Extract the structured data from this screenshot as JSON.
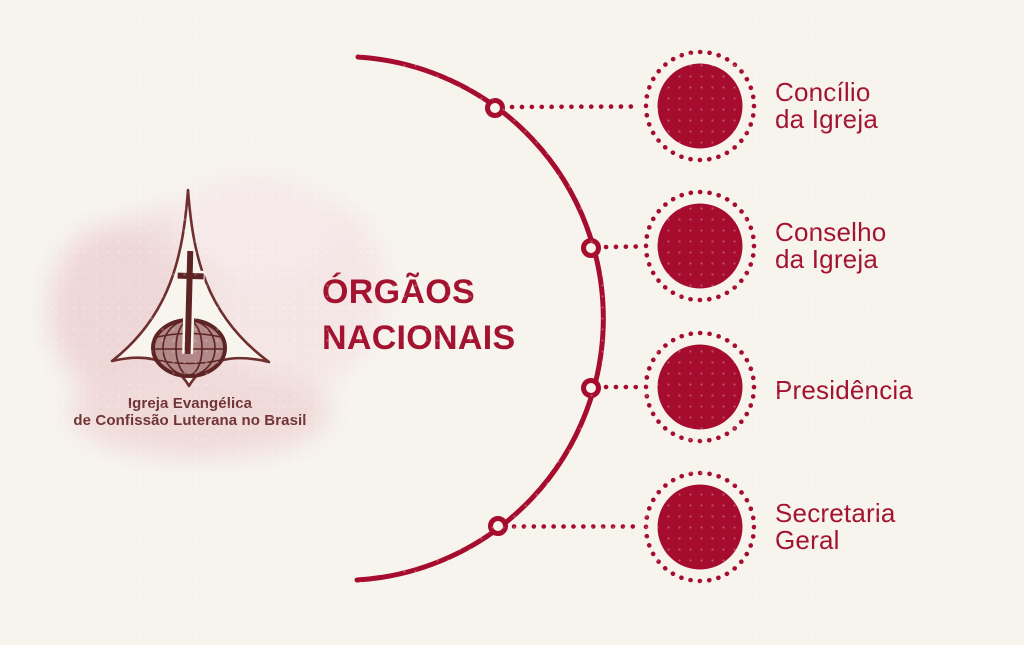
{
  "title": {
    "line1": "ÓRGÃOS",
    "line2": "NACIONAIS"
  },
  "logo": {
    "caption_line1": "Igreja Evangélica",
    "caption_line2": "de Confissão Luterana no Brasil"
  },
  "diagram": {
    "items": [
      {
        "id": "concilio",
        "line1": "Concílio",
        "line2": "da Igreja"
      },
      {
        "id": "conselho",
        "line1": "Conselho",
        "line2": "da Igreja"
      },
      {
        "id": "presidencia",
        "line1": "Presidência",
        "line2": ""
      },
      {
        "id": "secretaria",
        "line1": "Secretaria",
        "line2": "Geral"
      }
    ]
  },
  "colors": {
    "bg": "#F7F4EE",
    "accent": "#A60C2D",
    "text-accent": "#A31330",
    "logo-outline": "#6F2F2F",
    "logo-dark": "#5E2424",
    "logo-text": "#713434",
    "globe-fill": "#B28888",
    "emblem-fill": "#F8F5EF"
  }
}
